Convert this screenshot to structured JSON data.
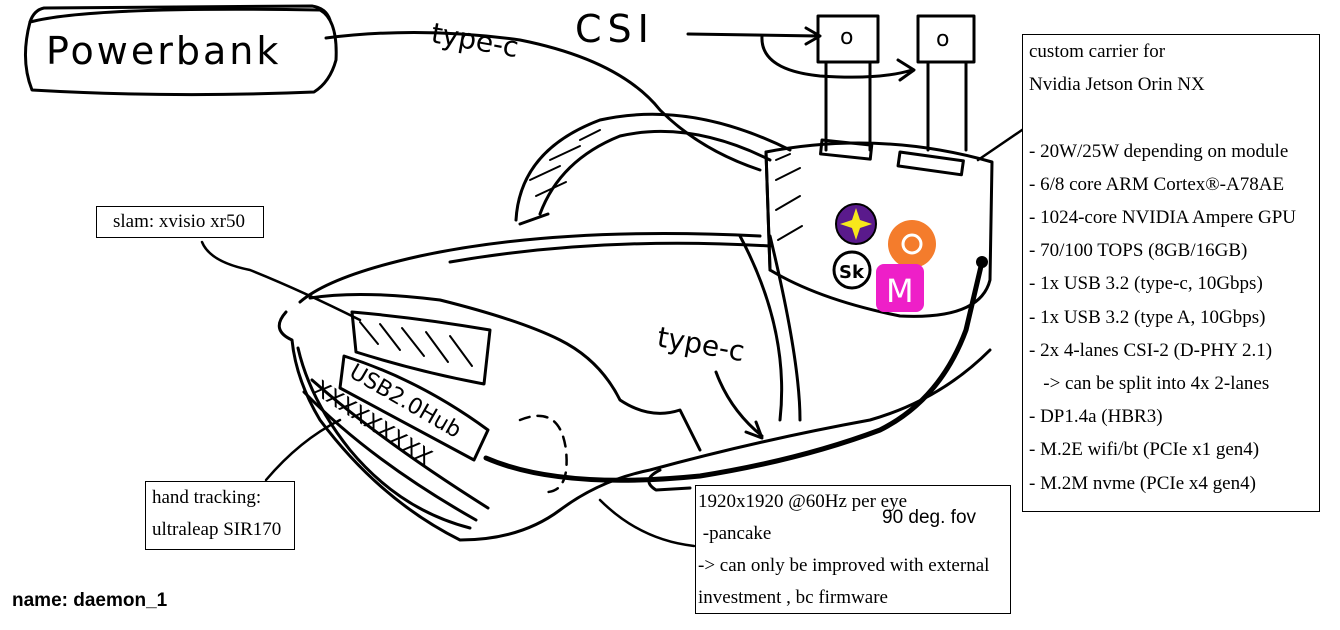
{
  "sketch_labels": {
    "powerbank": "Powerbank",
    "cable_top": "type-c",
    "csi": "CSI",
    "cable_mid": "type-c",
    "hub": "USB2.0Hub",
    "camera_left": "o",
    "camera_right": "o",
    "scribble": "XXXXXXXXX"
  },
  "slam_box": {
    "text": "slam: xvisio xr50"
  },
  "hand_tracking_box": {
    "line1": "hand tracking:",
    "line2": "ultraleap SIR170"
  },
  "carrier_box": {
    "title1": "custom carrier for",
    "title2": "Nvidia Jetson Orin NX",
    "specs": [
      "- 20W/25W depending on module",
      "- 6/8 core ARM Cortex®-A78AE",
      "- 1024-core NVIDIA Ampere GPU",
      "- 70/100 TOPS (8GB/16GB)",
      "- 1x USB 3.2 (type-c, 10Gbps)",
      "- 1x USB 3.2 (type A, 10Gbps)",
      "- 2x 4-lanes CSI-2 (D-PHY 2.1)",
      "   -> can be split into 4x 2-lanes",
      "- DP1.4a (HBR3)",
      "- M.2E wifi/bt (PCIe x1 gen4)",
      "- M.2M nvme (PCIe x4 gen4)"
    ]
  },
  "display_box": {
    "line1": "1920x1920 @60Hz per eye",
    "line2": " -pancake",
    "line3": "-> can only be improved with external",
    "line4": "investment",
    "line4b": ", bc firmware",
    "fov": "90 deg. fov"
  },
  "logos": {
    "sk": "Sk",
    "m": "M"
  },
  "name_label": "name: daemon_1",
  "colors": {
    "ink": "#000000",
    "orange": "#f47c2c",
    "magenta": "#ee1fc8",
    "purple": "#5a1a8c",
    "yellow": "#f7e81b"
  }
}
